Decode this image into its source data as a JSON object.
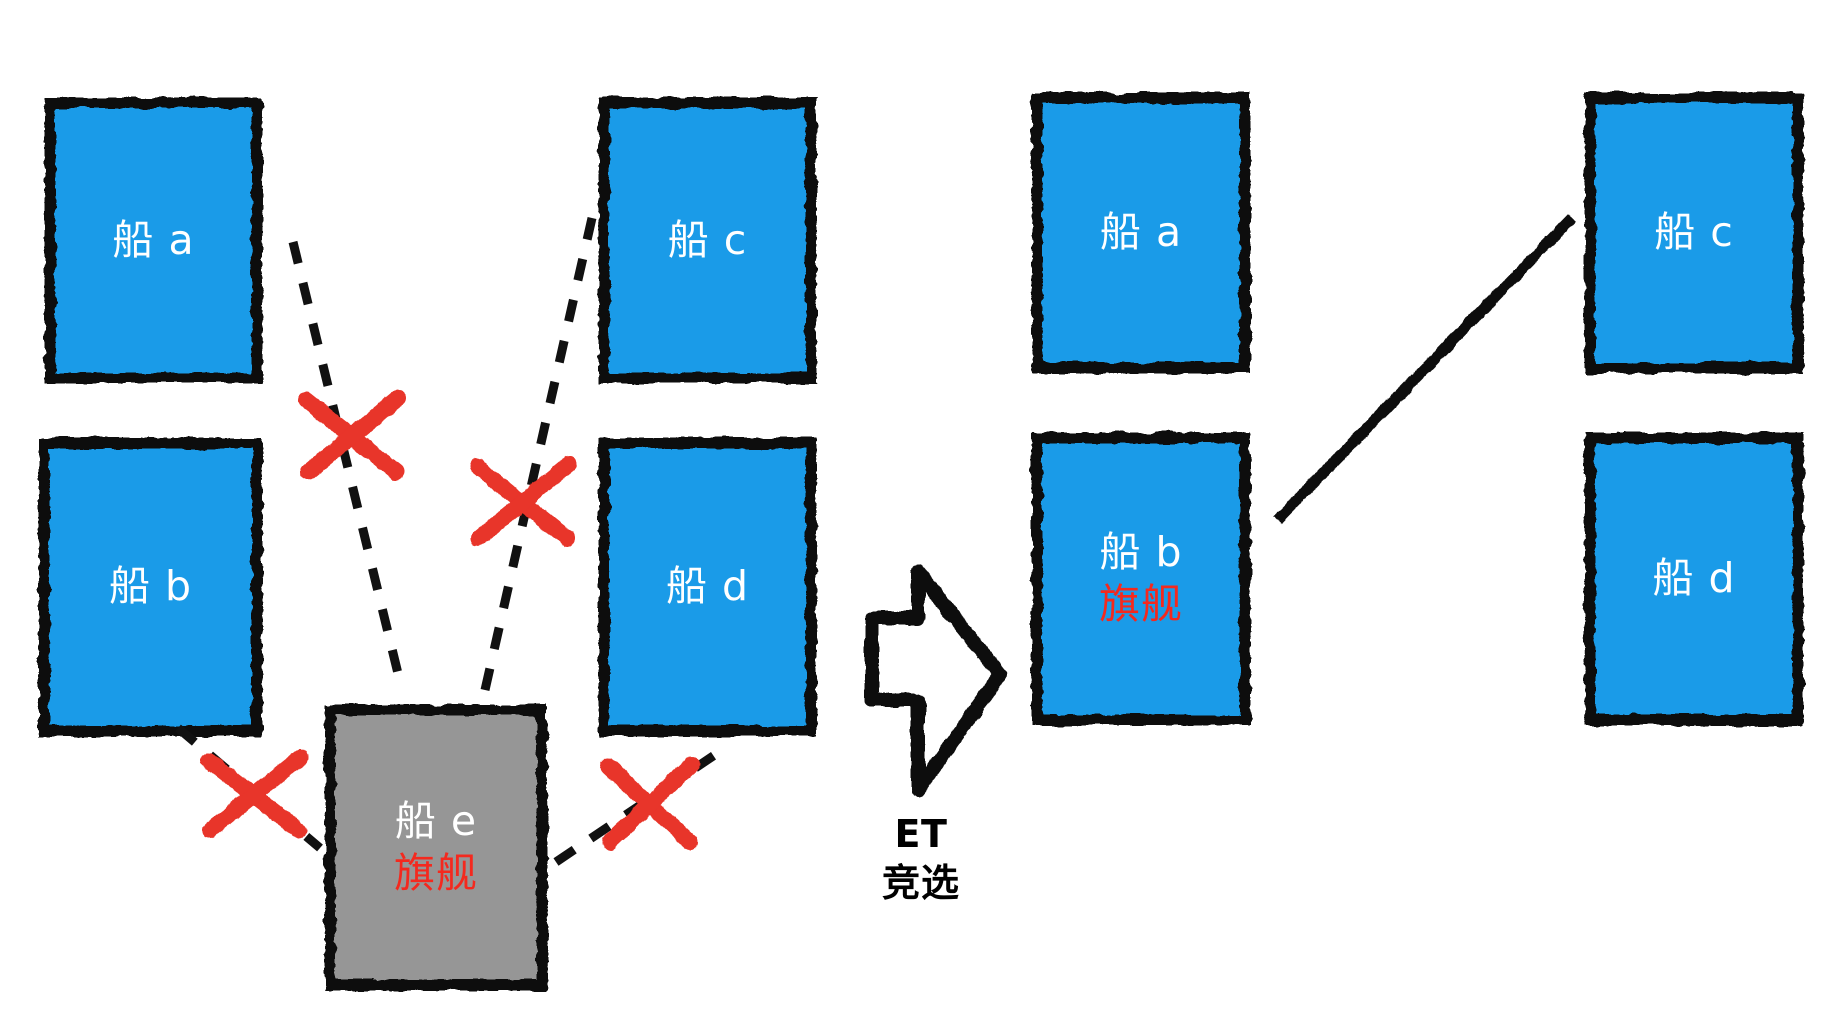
{
  "diagram": {
    "title_caption": {
      "line1": "ET",
      "line2": "竞选"
    },
    "colors": {
      "node_blue": "#1A9BE8",
      "node_gray": "#969696",
      "node_border": "#111111",
      "flagship_red": "#F4291E",
      "cross_red": "#E8342A",
      "label_white": "#FFFFFF",
      "line_black": "#111111",
      "background": "#FFFFFF"
    },
    "left_panel": {
      "name": "before-election",
      "nodes": [
        {
          "id": "a",
          "label": "船 a",
          "sublabel": "",
          "fill": "blue"
        },
        {
          "id": "c",
          "label": "船 c",
          "sublabel": "",
          "fill": "blue"
        },
        {
          "id": "b",
          "label": "船 b",
          "sublabel": "",
          "fill": "blue"
        },
        {
          "id": "d",
          "label": "船 d",
          "sublabel": "",
          "fill": "blue"
        },
        {
          "id": "e",
          "label": "船 e",
          "sublabel": "旗舰",
          "fill": "gray"
        }
      ],
      "edges": [
        {
          "from": "a",
          "to": "e",
          "style": "dashed",
          "crossed": true
        },
        {
          "from": "c",
          "to": "e",
          "style": "dashed",
          "crossed": true
        },
        {
          "from": "b",
          "to": "e",
          "style": "dashed",
          "crossed": true
        },
        {
          "from": "d",
          "to": "e",
          "style": "dashed",
          "crossed": true
        }
      ],
      "cross_marks": 4
    },
    "right_panel": {
      "name": "after-election",
      "nodes": [
        {
          "id": "a",
          "label": "船 a",
          "sublabel": "",
          "fill": "blue"
        },
        {
          "id": "c",
          "label": "船 c",
          "sublabel": "",
          "fill": "blue"
        },
        {
          "id": "b",
          "label": "船 b",
          "sublabel": "旗舰",
          "fill": "blue"
        },
        {
          "id": "d",
          "label": "船 d",
          "sublabel": "",
          "fill": "blue"
        }
      ],
      "edges": [
        {
          "from": "a",
          "to": "b",
          "style": "solid",
          "crossed": false
        },
        {
          "from": "b",
          "to": "c",
          "style": "solid",
          "crossed": false
        },
        {
          "from": "b",
          "to": "d",
          "style": "solid",
          "crossed": false
        }
      ],
      "cross_marks": 0
    },
    "transition": {
      "arrow_direction": "right",
      "divider": "vertical-line"
    }
  }
}
